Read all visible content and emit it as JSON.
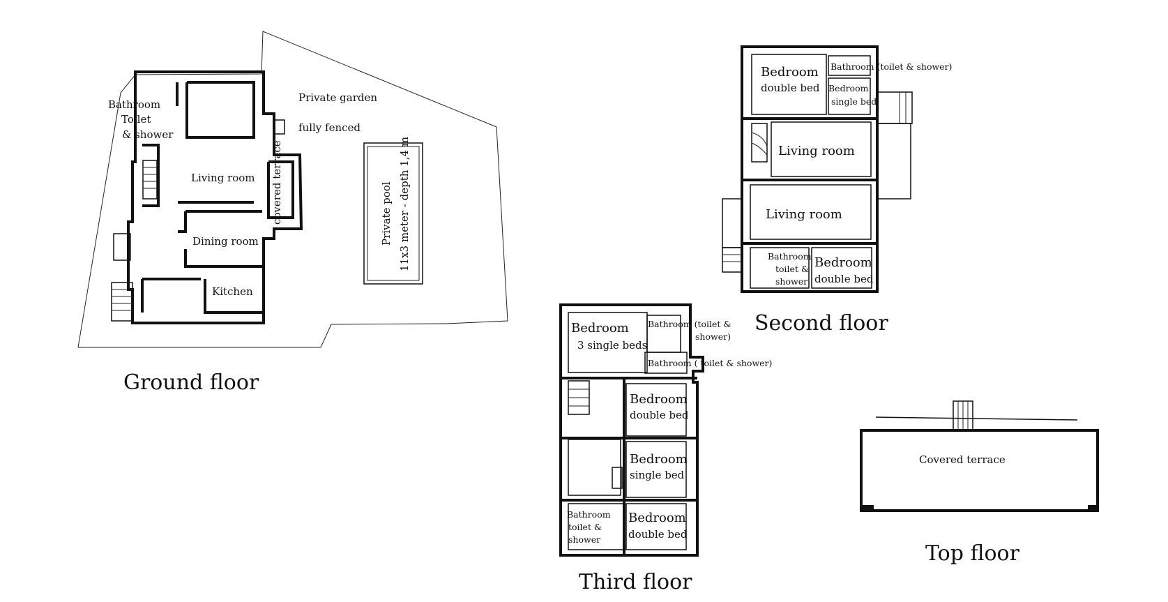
{
  "floors": {
    "ground": {
      "title": "Ground floor",
      "bathroom": "Bathroom",
      "bathroom_line2": "Toilet",
      "bathroom_line3": "& shower",
      "living_room": "Living room",
      "dining_room": "Dining room",
      "kitchen": "Kitchen",
      "covered_terrace": "covered terrace",
      "garden_line1": "Private garden",
      "garden_line2": "fully fenced",
      "pool_line1": "Private pool",
      "pool_line2": "11x3 meter - depth 1,4 m"
    },
    "second": {
      "title": "Second floor",
      "bedroom_a": "Bedroom",
      "bedroom_a_sub": "double bed",
      "bathroom_top": "Bathroom (toilet & shower)",
      "bedroom_b": "Bedroom",
      "bedroom_b_sub": "single bed",
      "living_1": "Living room",
      "living_2": "Living room",
      "bathroom_bottom": "Bathroom",
      "bathroom_bottom_l2": "toilet &",
      "bathroom_bottom_l3": "shower",
      "bedroom_c": "Bedroom",
      "bedroom_c_sub": "double bed"
    },
    "third": {
      "title": "Third floor",
      "bedroom_a": "Bedroom",
      "bedroom_a_sub": "3 single beds",
      "bathroom_1": "Bathroom (toilet &",
      "bathroom_1_l2": "shower)",
      "bathroom_2": "Bathroom ( toilet & shower)",
      "bedroom_b": "Bedroom",
      "bedroom_b_sub": "double bed",
      "bedroom_c": "Bedroom",
      "bedroom_c_sub": "single bed",
      "bathroom_3": "Bathroom",
      "bathroom_3_l2": "toilet &",
      "bathroom_3_l3": "shower",
      "bedroom_d": "Bedroom",
      "bedroom_d_sub": "double bed"
    },
    "top": {
      "title": "Top floor",
      "covered_terrace": "Covered terrace"
    }
  }
}
